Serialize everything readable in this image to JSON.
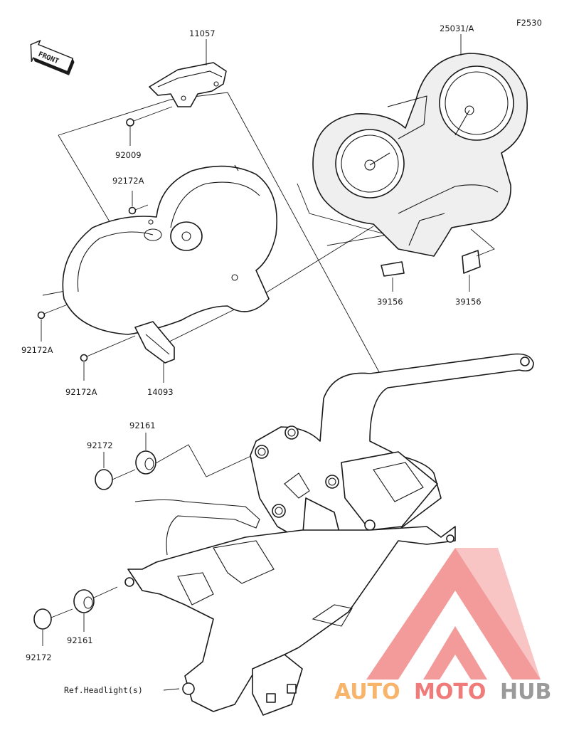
{
  "figure_code": "F2530",
  "front_label": "FRONT",
  "parts": {
    "p11057": "11057",
    "p25031a": "25031/A",
    "p92009": "92009",
    "p92172a_top": "92172A",
    "p92172a_left": "92172A",
    "p92172a_low": "92172A",
    "p14093": "14093",
    "p39156_left": "39156",
    "p39156_right": "39156",
    "p92161_top": "92161",
    "p92172_top": "92172",
    "p92161_bottom": "92161",
    "p92172_bottom": "92172"
  },
  "ref_headlight": "Ref.Headlight(s)",
  "watermark": {
    "auto": "AUTO",
    "moto": "MOTO",
    "hub": "HUB",
    "colors": {
      "orange": "#f7a95a",
      "red": "#f07b7b",
      "gray": "#9a9a9a"
    }
  }
}
